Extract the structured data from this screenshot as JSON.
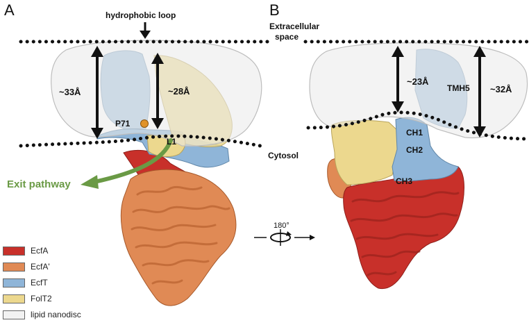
{
  "panels": {
    "a": "A",
    "b": "B"
  },
  "labels": {
    "hydrophobic_loop": "hydrophobic loop",
    "extracellular_line1": "Extracellular",
    "extracellular_line2": "space",
    "cytosol": "Cytosol",
    "exit_pathway": "Exit pathway",
    "a_outer_depth": "~33Å",
    "a_inner_depth": "~28Å",
    "b_inner_depth": "~23Å",
    "b_outer_depth": "~32Å",
    "p71": "P71",
    "l1": "L1",
    "ch1": "CH1",
    "ch2": "CH2",
    "ch3": "CH3",
    "tmh5": "TMH5",
    "rotation": "180°"
  },
  "legend": [
    {
      "label": "EcfA",
      "color": "#c8302a"
    },
    {
      "label": "EcfA'",
      "color": "#e08a55"
    },
    {
      "label": "EcfT",
      "color": "#8fb5d8"
    },
    {
      "label": "FolT2",
      "color": "#ecd88e"
    },
    {
      "label": "lipid nanodisc",
      "color": "#f2f2f2"
    }
  ],
  "colors": {
    "ecfa": "#c8302a",
    "ecfa_prime": "#e08a55",
    "ecft": "#8fb5d8",
    "folt2": "#ecd88e",
    "nanodisc": "#e9e9e9",
    "exit_arrow": "#6a9a45",
    "p71_dot": "#e0932a"
  }
}
